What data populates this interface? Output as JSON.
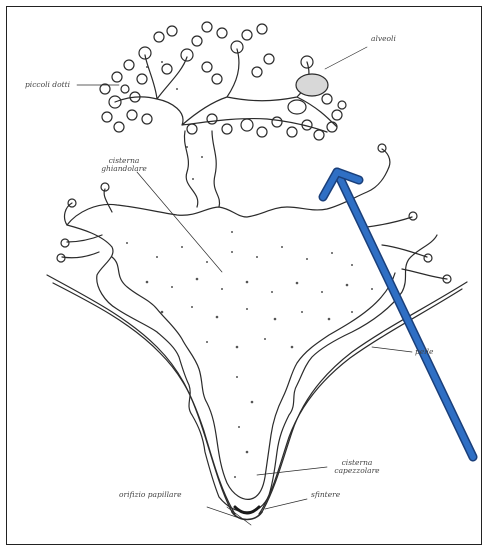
{
  "figure": {
    "labels": {
      "alveoli": "alveoli",
      "piccoli_dotti": "piccoli dotti",
      "cisterna_ghiandolare_1": "cisterna",
      "cisterna_ghiandolare_2": "ghiandolare",
      "pelle": "pelle",
      "cisterna_capezzolare_1": "cisterna",
      "cisterna_capezzolare_2": "capezzolare",
      "orifizio_papillare": "orifizio papillare",
      "sfintere": "sfintere"
    },
    "colors": {
      "line": "#2b2b2b",
      "arrow_fill": "#2f6fc4",
      "arrow_edge": "#1a3f7a",
      "frame_border": "#222222"
    }
  }
}
